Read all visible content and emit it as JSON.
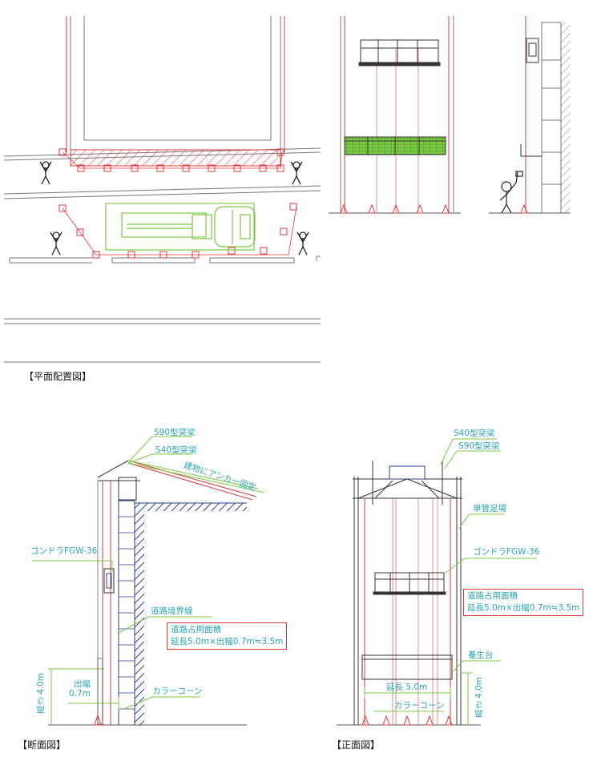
{
  "sections": {
    "plan": "【平面配置図】",
    "section": "【断面図】",
    "front": "【正面図】"
  },
  "section_view": {
    "s90": "S90型突梁",
    "s40": "S40型突梁",
    "anchor": "建物にアンカー固定",
    "gondola": "ゴンドラFGW-36",
    "road_boundary": "道路境界線",
    "area_title": "道路占用面積",
    "area_formula": "延長5.0m×出幅0.7m≒3.5m",
    "width_label": "出幅",
    "width_value": "0.7m",
    "height": "高さ 4.0m",
    "cone": "カラーコーン"
  },
  "front_view": {
    "s40": "S40型突梁",
    "s90": "S90型突梁",
    "scaffold": "単管足場",
    "gondola": "ゴンドラFGW-36",
    "area_title": "道路占用面積",
    "area_formula": "延長5.0m×出幅0.7m≒3.5m",
    "protection": "養生台",
    "length": "延長 5.0m",
    "cone": "カラーコーン",
    "height": "高さ 4.0m"
  },
  "colors": {
    "red": "#e0393e",
    "cyan": "#2aa5b5",
    "green": "#7bc943",
    "navy": "#2a3f8f"
  }
}
